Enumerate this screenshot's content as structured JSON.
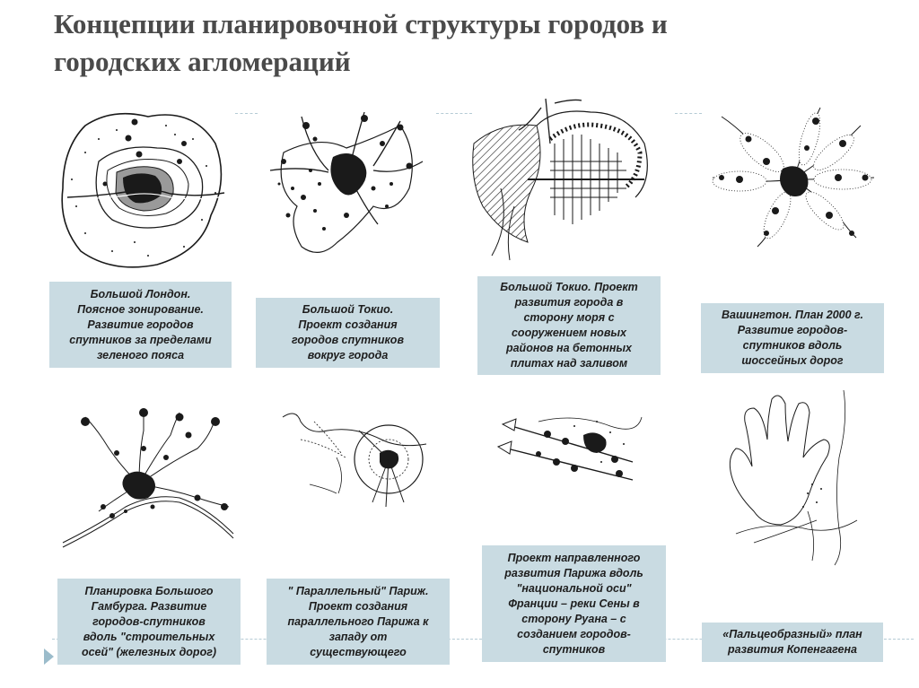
{
  "slide": {
    "title": "Концепции планировочной структуры городов и\nгородских агломераций"
  },
  "captions": {
    "london": "Большой Лондон.\nПоясное зонирование.\nРазвитие городов\nспутников за пределами\nзеленого пояса",
    "tokyo": "Большой Токио.\nПроект создания\nгородов спутников\nвокруг города",
    "tokyo_bay": "Большой Токио. Проект\nразвития города в\nсторону моря с\nсооружением новых\nрайонов на бетонных\nплитах над заливом",
    "washington": "Вашингтон. План 2000 г.\nРазвитие городов-\nспутников вдоль\nшоссейных дорог",
    "hamburg": "Планировка Большого\nГамбурга. Развитие\nгородов-спутников\nвдоль \"строительных\nосей\" (железных дорог)",
    "paris_parallel": "\" Параллельный\" Париж.\nПроект создания\nпараллельного Парижа к\nзападу от\nсуществующего",
    "paris_axis": "Проект направленного\nразвития Парижа вдоль\n\"национальной оси\"\nФранции – реки Сены в\nсторону Руана – с\nсозданием городов-\nспутников",
    "copenhagen": "«Пальцеобразный» план\nразвития Копенгагена"
  },
  "colors": {
    "title": "#4a4a4a",
    "caption_bg": "#c9dbe2",
    "divider": "#b5cbd5",
    "ink": "#1a1a1a"
  },
  "icons": [
    "triangle-arrow-icon"
  ]
}
